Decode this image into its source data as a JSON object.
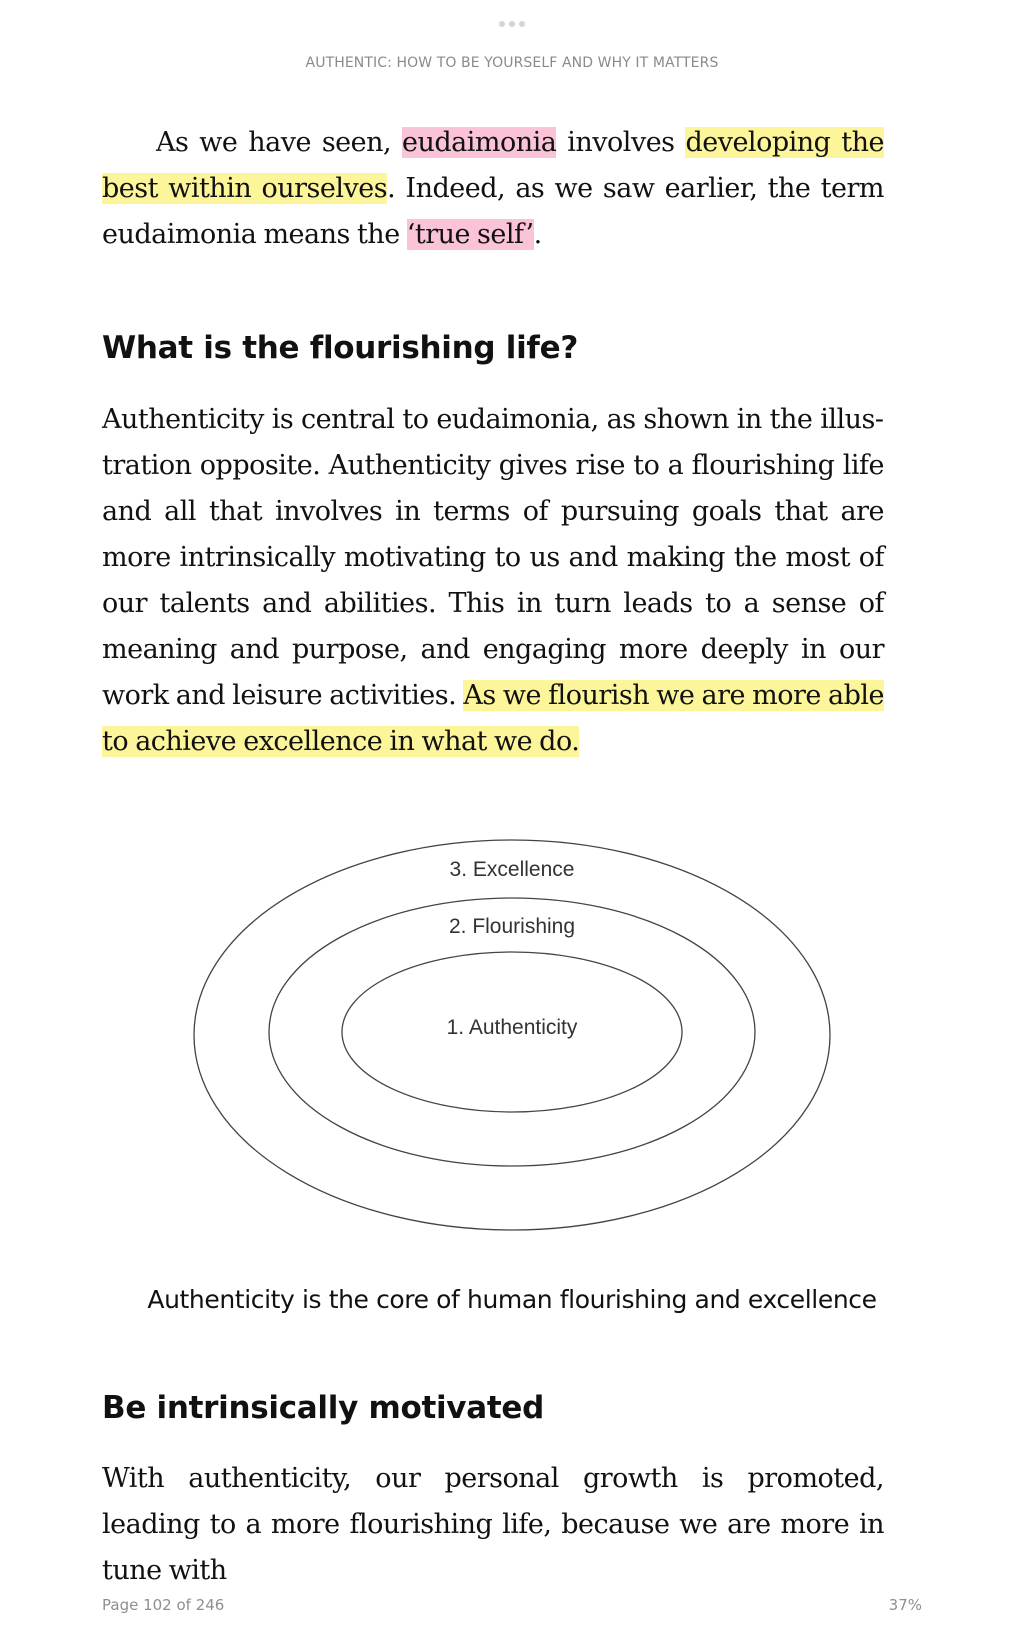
{
  "header": {
    "menu_dots": "•••",
    "running_title": "AUTHENTIC: HOW TO BE YOURSELF AND WHY IT MATTERS"
  },
  "highlight_colors": {
    "yellow": "#fdf59a",
    "pink": "#fbc3d8"
  },
  "paragraph1": {
    "s1": "As we have seen, ",
    "s2_pink": "eudaimonia",
    "s3": " involves ",
    "s4_yellow": "developing the best within ourselves",
    "s5": ". Indeed, as we saw earlier, the term eu­daimonia means the ",
    "s6_pink": "‘true self’",
    "s7": "."
  },
  "section1": {
    "heading": "What is the flourishing life?",
    "paragraph": {
      "s1": "Authenticity is central to eudaimonia, as shown in the illus­tration opposite. Authenticity gives rise to a flourishing life and all that involves in terms of pursuing goals that are more intrinsically motivating to us and making the most of our tal­ents and abilities. This in turn leads to a sense of meaning and purpose, and engaging more deeply in our work and leisure activities. ",
      "s2_yellow": "As we flourish we are more able to achieve excel­lence in what we do."
    }
  },
  "figure": {
    "labels": {
      "outer": "3. Excellence",
      "middle": "2. Flourishing",
      "inner": "1. Authenticity"
    },
    "caption": "Authenticity is the core of human flourishing and excellence"
  },
  "section2": {
    "heading": "Be intrinsically motivated",
    "paragraph": "With authenticity, our personal growth is promoted, leading to a more flourishing life, because we are more in tune with"
  },
  "footer": {
    "page_location": "Page 102 of 246",
    "progress_percent": "37%"
  }
}
